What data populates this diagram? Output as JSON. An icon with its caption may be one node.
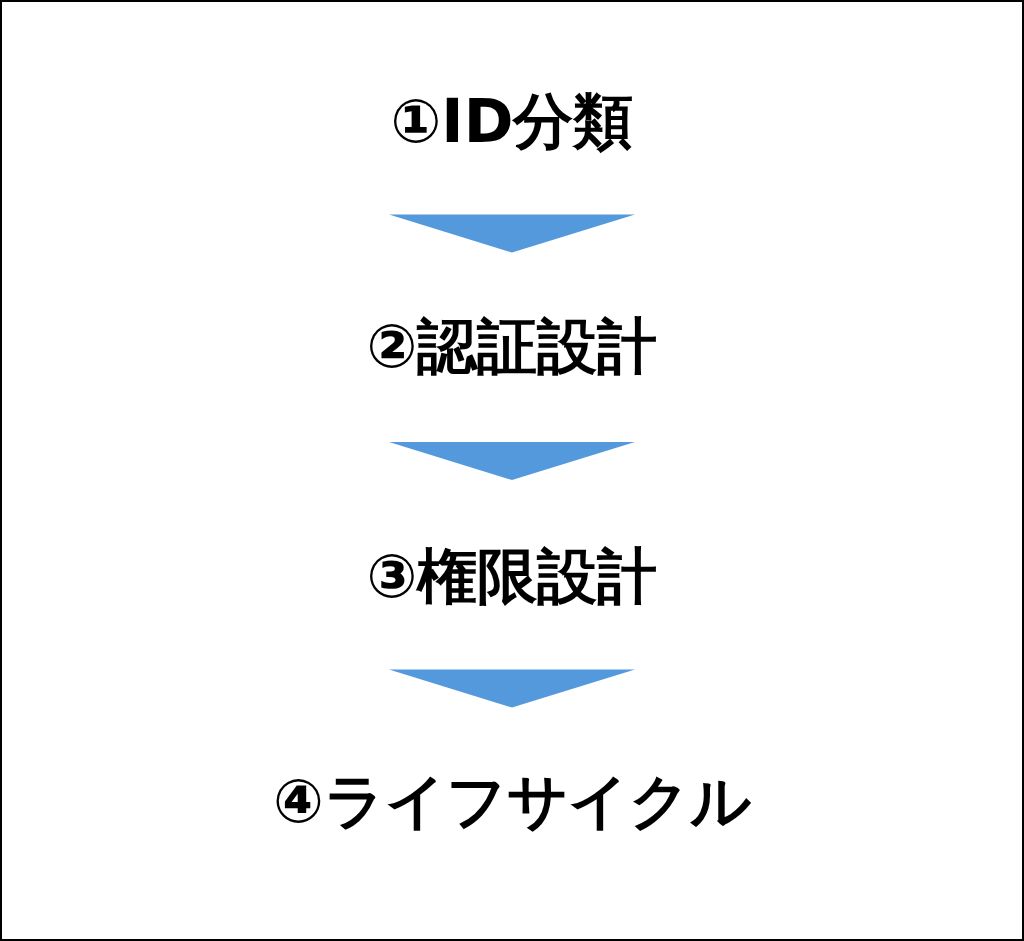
{
  "diagram": {
    "nodes": [
      {
        "text": [
          "①ID分類"
        ]
      },
      {
        "text": [
          "②認証設計"
        ]
      },
      {
        "text": [
          "③権限設計"
        ]
      },
      {
        "text": [
          "④ライフサイクル"
        ]
      }
    ],
    "edges": [
      {
        "from": 0,
        "to": 1,
        "arrow": "to"
      },
      {
        "from": 1,
        "to": 2,
        "arrow": "to"
      },
      {
        "from": 2,
        "to": 3,
        "arrow": "to"
      }
    ]
  }
}
